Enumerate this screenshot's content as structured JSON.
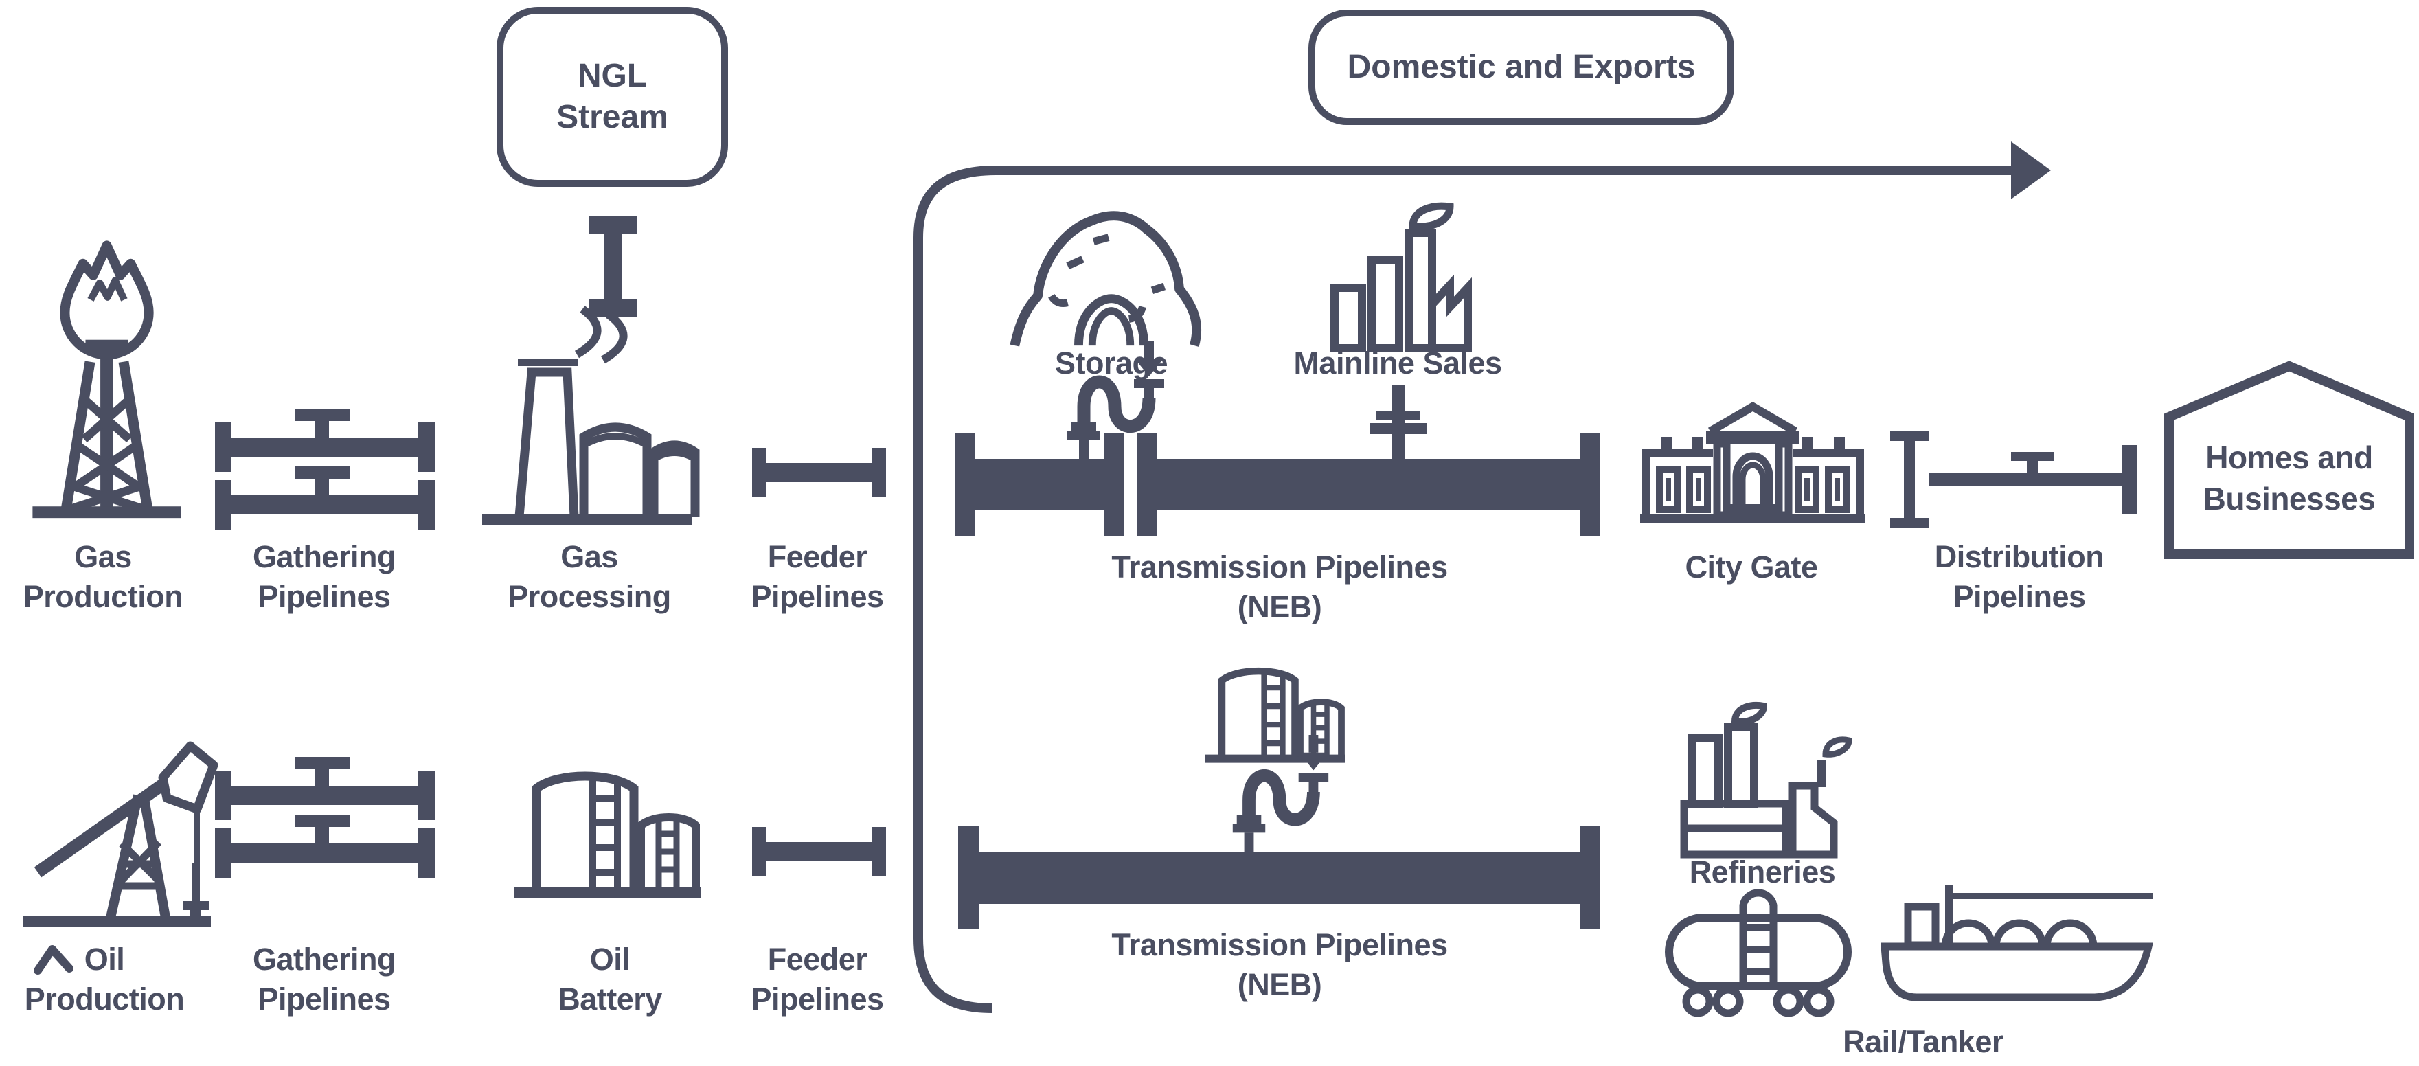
{
  "diagram": {
    "ink_color": "#4a4e61",
    "background_color": "#ffffff",
    "title_boxes": {
      "ngl_stream": "NGL\nStream",
      "domestic_exports": "Domestic and Exports"
    },
    "labels": {
      "gas_production": "Gas\nProduction",
      "gathering_top": "Gathering\nPipelines",
      "gas_processing": "Gas\nProcessing",
      "feeder_top": "Feeder\nPipelines",
      "storage": "Storage",
      "mainline_sales": "Mainline Sales",
      "transmission_top": "Transmission Pipelines (NEB)",
      "city_gate": "City Gate",
      "distribution": "Distribution\nPipelines",
      "homes_businesses": "Homes and\nBusinesses",
      "oil_production": "Oil\nProduction",
      "gathering_bottom": "Gathering\nPipelines",
      "oil_battery": "Oil\nBattery",
      "feeder_bottom": "Feeder\nPipelines",
      "transmission_bottom": "Transmission Pipelines (NEB)",
      "refineries": "Refineries",
      "rail_tanker": "Rail/Tanker"
    },
    "icons": [
      "gas-flare-derrick-icon",
      "gathering-pipelines-icon",
      "gas-processing-plant-icon",
      "feeder-pipeline-icon",
      "storage-cavern-icon",
      "mainline-sales-icon",
      "transmission-pipeline-icon",
      "s-trap-connector-icon",
      "city-gate-icon",
      "distribution-pipeline-icon",
      "homes-house-icon",
      "pumpjack-icon",
      "oil-battery-tanks-icon",
      "storage-tank-icon",
      "refineries-icon",
      "rail-tanker-car-icon",
      "lng-ship-icon",
      "flow-arrow-icon"
    ]
  }
}
